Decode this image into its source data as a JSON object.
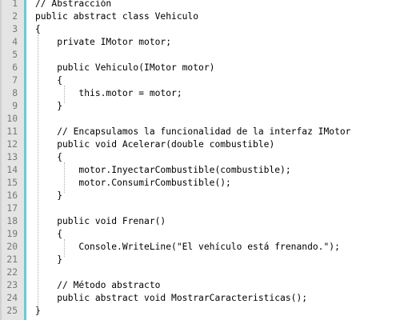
{
  "editor": {
    "lines": [
      {
        "num": "1",
        "text": "// Abstracción"
      },
      {
        "num": "2",
        "text": "public abstract class Vehiculo"
      },
      {
        "num": "3",
        "text": "{"
      },
      {
        "num": "4",
        "text": "    private IMotor motor;"
      },
      {
        "num": "5",
        "text": ""
      },
      {
        "num": "6",
        "text": "    public Vehiculo(IMotor motor)"
      },
      {
        "num": "7",
        "text": "    {"
      },
      {
        "num": "8",
        "text": "        this.motor = motor;"
      },
      {
        "num": "9",
        "text": "    }"
      },
      {
        "num": "10",
        "text": ""
      },
      {
        "num": "11",
        "text": "    // Encapsulamos la funcionalidad de la interfaz IMotor"
      },
      {
        "num": "12",
        "text": "    public void Acelerar(double combustible)"
      },
      {
        "num": "13",
        "text": "    {"
      },
      {
        "num": "14",
        "text": "        motor.InyectarCombustible(combustible);"
      },
      {
        "num": "15",
        "text": "        motor.ConsumirCombustible();"
      },
      {
        "num": "16",
        "text": "    }"
      },
      {
        "num": "17",
        "text": ""
      },
      {
        "num": "18",
        "text": "    public void Frenar()"
      },
      {
        "num": "19",
        "text": "    {"
      },
      {
        "num": "20",
        "text": "        Console.WriteLine(\"El vehículo está frenando.\");"
      },
      {
        "num": "21",
        "text": "    }"
      },
      {
        "num": "22",
        "text": ""
      },
      {
        "num": "23",
        "text": "    // Método abstracto"
      },
      {
        "num": "24",
        "text": "    public abstract void MostrarCaracteristicas();"
      },
      {
        "num": "25",
        "text": "}"
      }
    ]
  }
}
